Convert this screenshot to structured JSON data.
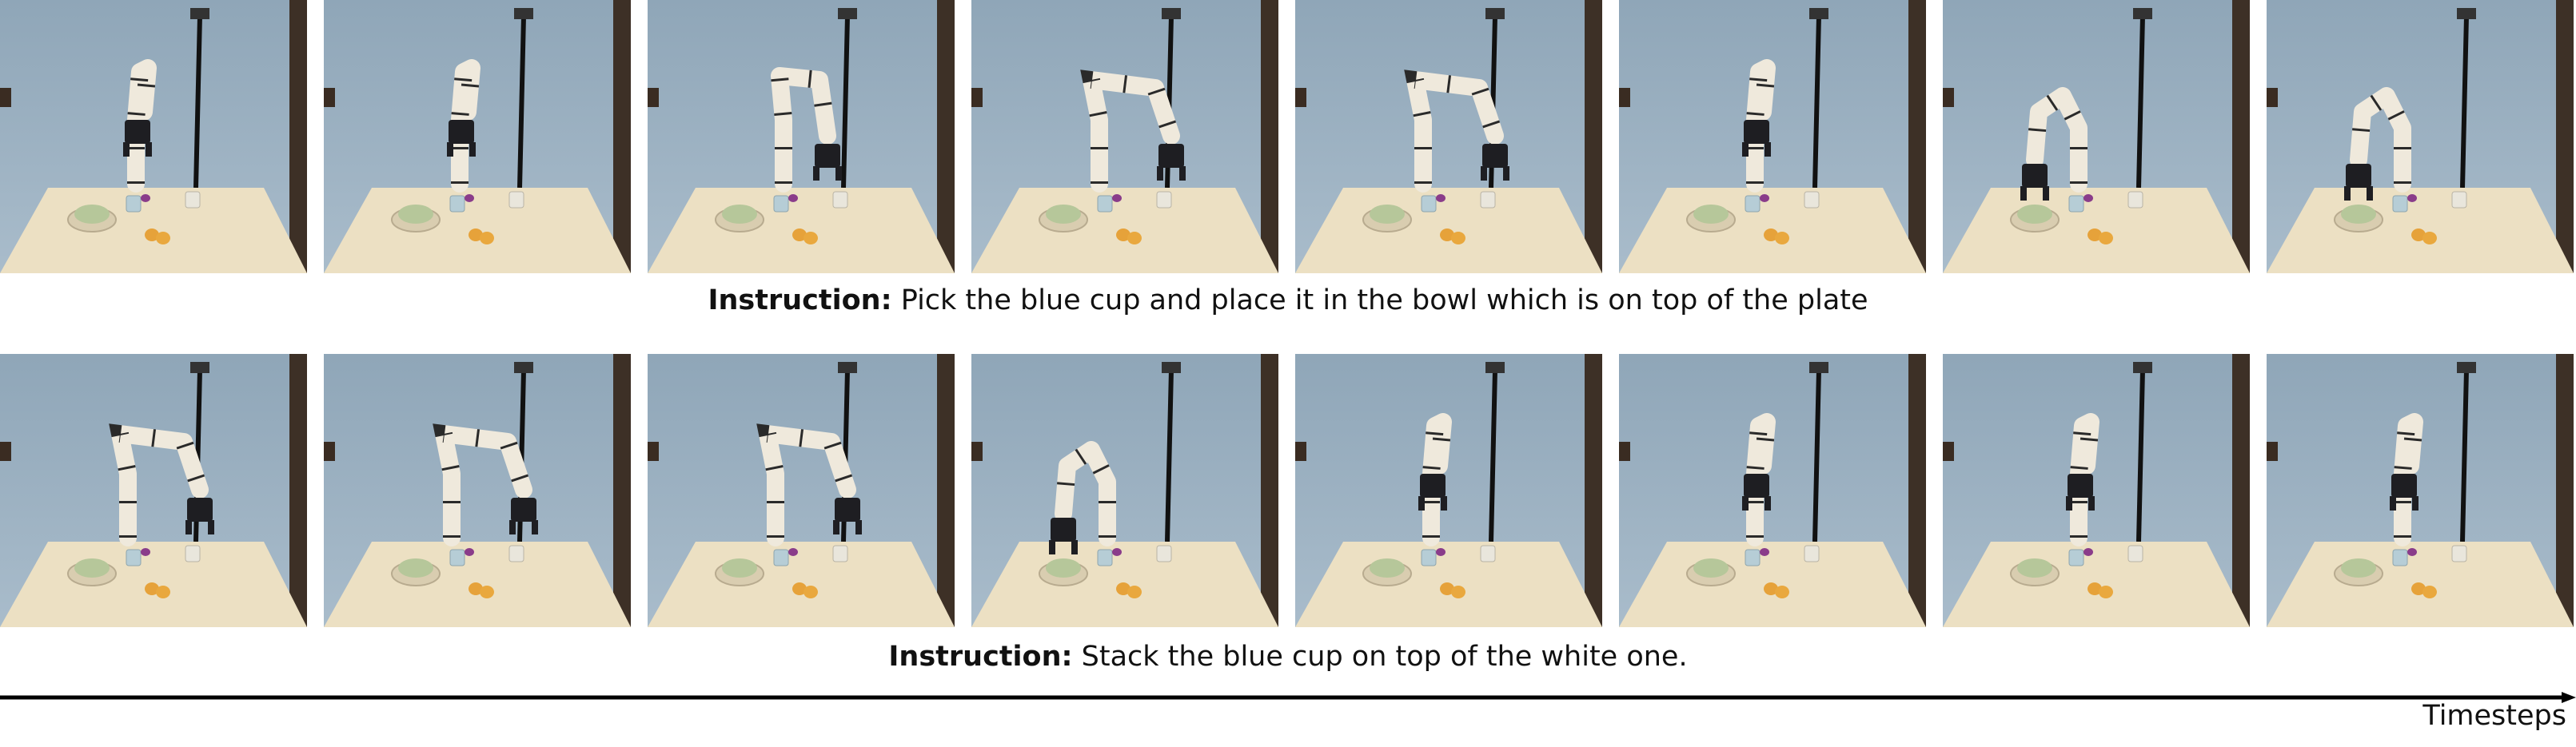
{
  "rows": [
    {
      "frames": [
        {
          "arm": "up"
        },
        {
          "arm": "up"
        },
        {
          "arm": "reach"
        },
        {
          "arm": "bent"
        },
        {
          "arm": "bent"
        },
        {
          "arm": "up"
        },
        {
          "arm": "lower"
        },
        {
          "arm": "lower"
        }
      ],
      "instruction_label": "Instruction:",
      "instruction_text": "Pick the blue cup and place it in the bowl which is on top of the plate"
    },
    {
      "frames": [
        {
          "arm": "bent"
        },
        {
          "arm": "bent"
        },
        {
          "arm": "bent"
        },
        {
          "arm": "lower"
        },
        {
          "arm": "up"
        },
        {
          "arm": "up"
        },
        {
          "arm": "up"
        },
        {
          "arm": "up"
        }
      ],
      "instruction_label": "Instruction:",
      "instruction_text": "Stack the blue cup on top of the white one."
    }
  ],
  "axis_label": "Timesteps",
  "colors": {
    "wall": "#a9bccb",
    "table": "#ece0c3",
    "cup_blue": "#b6cdd6",
    "cup_white": "#e9e6dc",
    "bowl": "#b6c79a",
    "arm": "#efe9dc",
    "gripper": "#1e1e22"
  }
}
